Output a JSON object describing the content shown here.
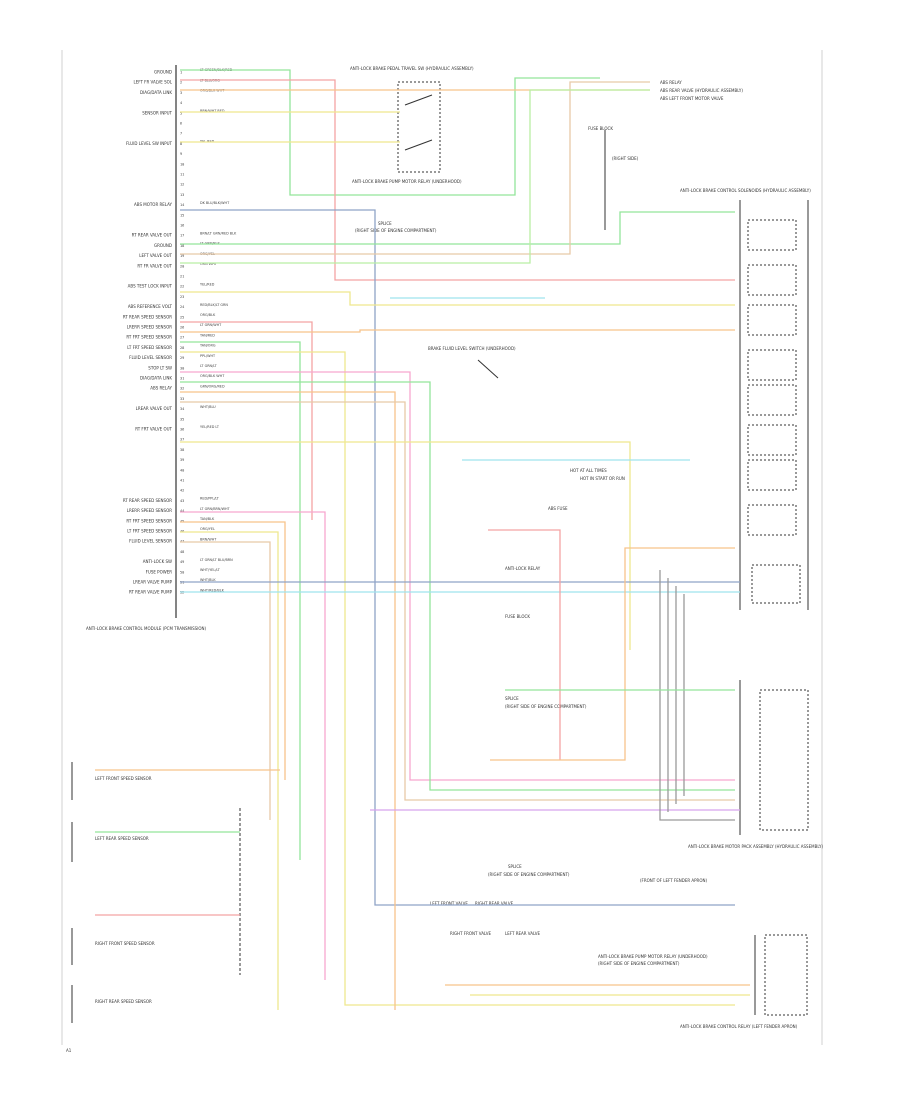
{
  "palette": {
    "red": "#f3a3a3",
    "pink": "#f7a7cf",
    "orange": "#f7c48b",
    "yellow": "#efe88e",
    "green": "#93e59b",
    "ltgreen": "#b9efa3",
    "blue": "#8fa3c6",
    "cyan": "#9fe3ee",
    "tan": "#e8c9a8",
    "violet": "#d8a3ee",
    "gray": "#9a9a9a",
    "black": "#333333"
  },
  "module": {
    "caption": "ANTI-LOCK BRAKE CONTROL MODULE (PCM TRANSMISSION)",
    "pins": [
      {
        "n": "1",
        "label": "GROUND",
        "wire": "LT GREEN/BLK/RED"
      },
      {
        "n": "2",
        "label": "LEFT FR VALVE SOL",
        "wire": "LT BLU/ORG"
      },
      {
        "n": "3",
        "label": "DIAG/DATA LINK",
        "wire": "ORG/BLK WHT"
      },
      {
        "n": "4",
        "label": "",
        "wire": ""
      },
      {
        "n": "5",
        "label": "SENSOR INPUT",
        "wire": "BRN/WHT RED"
      },
      {
        "n": "6",
        "label": "",
        "wire": ""
      },
      {
        "n": "7",
        "label": "",
        "wire": ""
      },
      {
        "n": "8",
        "label": "FLUID LEVEL SW INPUT",
        "wire": "YEL RED"
      },
      {
        "n": "9",
        "label": "",
        "wire": ""
      },
      {
        "n": "10",
        "label": "",
        "wire": ""
      },
      {
        "n": "11",
        "label": "",
        "wire": ""
      },
      {
        "n": "12",
        "label": "",
        "wire": ""
      },
      {
        "n": "13",
        "label": "",
        "wire": ""
      },
      {
        "n": "14",
        "label": "ABS MOTOR RELAY",
        "wire": "DK BLU/BLK/WHT"
      },
      {
        "n": "15",
        "label": "",
        "wire": ""
      },
      {
        "n": "16",
        "label": "",
        "wire": ""
      },
      {
        "n": "17",
        "label": "RT REAR VALVE OUT",
        "wire": "BRN/LT GRN/RED BLK"
      },
      {
        "n": "18",
        "label": "GROUND",
        "wire": "LT GRN/BLK"
      },
      {
        "n": "19",
        "label": "LEFT VALVE OUT",
        "wire": "ORG/YEL"
      },
      {
        "n": "20",
        "label": "RT FR VALVE OUT",
        "wire": "ORG WHT"
      },
      {
        "n": "21",
        "label": "",
        "wire": ""
      },
      {
        "n": "22",
        "label": "ABS TEST LOCK INPUT",
        "wire": "YEL/RED"
      },
      {
        "n": "23",
        "label": "",
        "wire": ""
      },
      {
        "n": "24",
        "label": "ABS REFERENCE VOLT",
        "wire": "RED/BLK/LT GRN"
      },
      {
        "n": "25",
        "label": "RT REAR SPEED SENSOR",
        "wire": "ORG/BLK"
      },
      {
        "n": "26",
        "label": "LRERR SPEED SENSOR",
        "wire": "LT GRN/WHT"
      },
      {
        "n": "27",
        "label": "RT FRT SPEED SENSOR",
        "wire": "TAN/RED"
      },
      {
        "n": "28",
        "label": "LT FRT SPEED SENSOR",
        "wire": "TAN/ORG"
      },
      {
        "n": "29",
        "label": "FLUID LEVEL SENSOR",
        "wire": "PPL/WHT"
      },
      {
        "n": "30",
        "label": "STOP LT SW",
        "wire": "LT GRN/LT"
      },
      {
        "n": "31",
        "label": "DIAG/DATA LINK",
        "wire": "ORG/BLK WHT"
      },
      {
        "n": "32",
        "label": "ABS RELAY",
        "wire": "GRN/ORG/RED"
      },
      {
        "n": "33",
        "label": "",
        "wire": ""
      },
      {
        "n": "34",
        "label": "LREAR VALVE OUT",
        "wire": "WHT/BLU"
      },
      {
        "n": "35",
        "label": "",
        "wire": ""
      },
      {
        "n": "36",
        "label": "RT FRT VALVE OUT",
        "wire": "YEL/RED LT"
      },
      {
        "n": "37",
        "label": "",
        "wire": ""
      },
      {
        "n": "38",
        "label": "",
        "wire": ""
      },
      {
        "n": "39",
        "label": "",
        "wire": ""
      },
      {
        "n": "40",
        "label": "",
        "wire": ""
      },
      {
        "n": "41",
        "label": "",
        "wire": ""
      },
      {
        "n": "42",
        "label": "",
        "wire": ""
      },
      {
        "n": "43",
        "label": "RT REAR SPEED SENSOR",
        "wire": "RED/PPL/LT"
      },
      {
        "n": "44",
        "label": "LRERR SPEED SENSOR",
        "wire": "LT GRN/BRN/WHT"
      },
      {
        "n": "45",
        "label": "RT FRT SPEED SENSOR",
        "wire": "TAN/BLK"
      },
      {
        "n": "46",
        "label": "LT FRT SPEED SENSOR",
        "wire": "ORG/YEL"
      },
      {
        "n": "47",
        "label": "FLUID LEVEL SENSOR",
        "wire": "BRN/WHT"
      },
      {
        "n": "48",
        "label": "",
        "wire": ""
      },
      {
        "n": "49",
        "label": "ANTI-LOCK SW",
        "wire": "LT GRN/LT BLU/BRN"
      },
      {
        "n": "50",
        "label": "FUSE POWER",
        "wire": "WHT/YEL/LT"
      },
      {
        "n": "51",
        "label": "LREAR VALVE PUMP",
        "wire": "WHT/BLK"
      },
      {
        "n": "52",
        "label": "RT REAR VALVE PUMP",
        "wire": "WHT/RED/BLK"
      }
    ]
  },
  "labels": {
    "top_switch": "ANTI-LOCK BRAKE PEDAL TRAVEL SW (HYDRAULIC ASSEMBLY)",
    "top_switch_sub": "ANTI-LOCK BRAKE PUMP MOTOR RELAY (UNDERHOOD)",
    "splice": "SPLICE",
    "splice_sub": "(RIGHT SIDE OF ENGINE COMPARTMENT)",
    "top_right_list": [
      "ABS RELAY",
      "ABS REAR VALVE (HYDRAULIC ASSEMBLY)",
      "ABS LEFT FRONT MOTOR VALVE"
    ],
    "fuse_block": "FUSE BLOCK",
    "fuse_block_sub": "(RIGHT SIDE)",
    "solenoid_block_title": "ANTI-LOCK BRAKE CONTROL SOLENOIDS (HYDRAULIC ASSEMBLY)",
    "brake_sw": "BRAKE FLUID LEVEL SWITCH (UNDERHOOD)",
    "hot_run": "HOT IN START OR RUN",
    "hot_at_all": "HOT AT ALL TIMES",
    "fuse_a": "ABS FUSE",
    "fuse_b": "FUSE BLOCK",
    "relay_center": "ANTI-LOCK RELAY",
    "speed_sensors": [
      "LEFT FRONT SPEED SENSOR",
      "LEFT REAR SPEED SENSOR",
      "RIGHT FRONT SPEED SENSOR",
      "RIGHT REAR SPEED SENSOR"
    ],
    "splice_mid": "SPLICE",
    "splice_mid_sub": "(RIGHT SIDE OF ENGINE COMPARTMENT)",
    "splice_low": "SPLICE",
    "splice_low_sub": "(RIGHT SIDE OF ENGINE COMPARTMENT)",
    "relay_br": "ANTI-LOCK BRAKE PUMP MOTOR RELAY (UNDERHOOD)",
    "relay_br_sub": "(RIGHT SIDE OF ENGINE COMPARTMENT)",
    "motor_right": "ANTI-LOCK BRAKE MOTOR PACK ASSEMBLY (HYDRAULIC ASSEMBLY)",
    "relay_bottom": "ANTI-LOCK BRAKE CONTROL RELAY (LEFT FENDER APRON)",
    "left_fender": "(FRONT OF LEFT FENDER APRON)",
    "solenoid_blocks": [
      "LEFT FRONT VALVE",
      "RIGHT REAR VALVE",
      "RIGHT FRONT VALVE",
      "LEFT REAR VALVE"
    ],
    "corner_mark": "A1"
  }
}
